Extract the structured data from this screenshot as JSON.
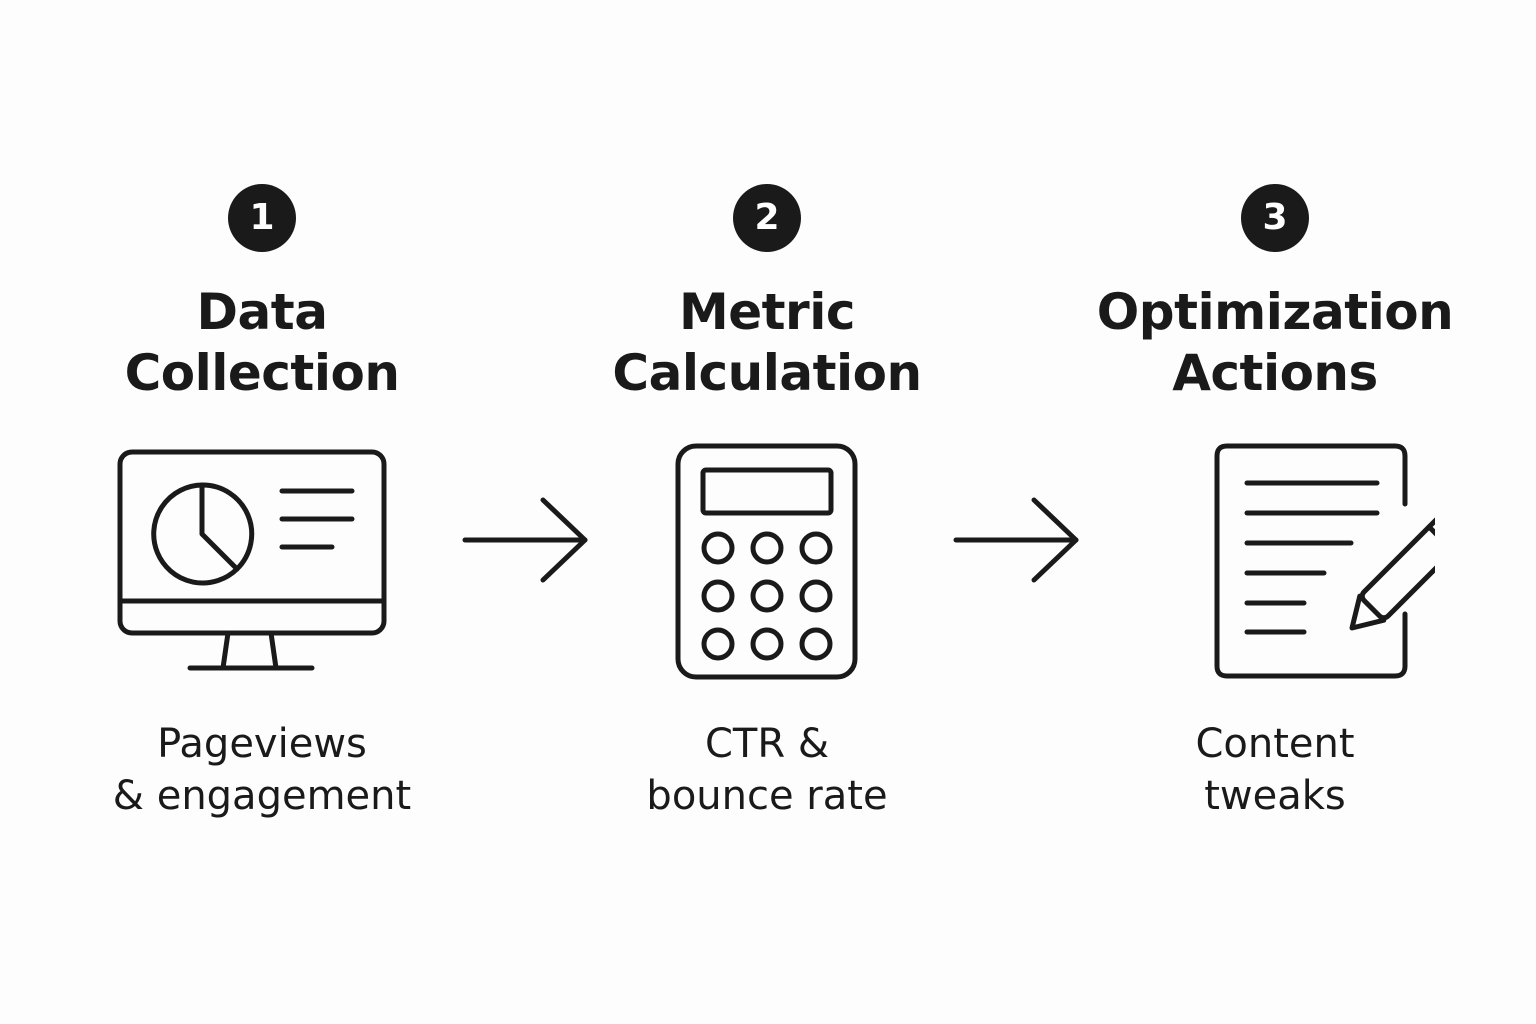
{
  "steps": [
    {
      "number": "1",
      "title": [
        "Data",
        "Collection"
      ],
      "icon": "monitor-pie-chart-icon",
      "description": [
        "Pageviews",
        "& engagement"
      ]
    },
    {
      "number": "2",
      "title": [
        "Metric",
        "Calculation"
      ],
      "icon": "calculator-icon",
      "description": [
        "CTR &",
        "bounce rate"
      ]
    },
    {
      "number": "3",
      "title": [
        "Optimization",
        "Actions"
      ],
      "icon": "document-pencil-icon",
      "description": [
        "Content",
        "tweaks"
      ]
    }
  ],
  "connectors": [
    "arrow-right-icon",
    "arrow-right-icon"
  ],
  "colors": {
    "ink": "#1a1a1a",
    "background": "#fdfdfd",
    "badge_text": "#ffffff"
  }
}
